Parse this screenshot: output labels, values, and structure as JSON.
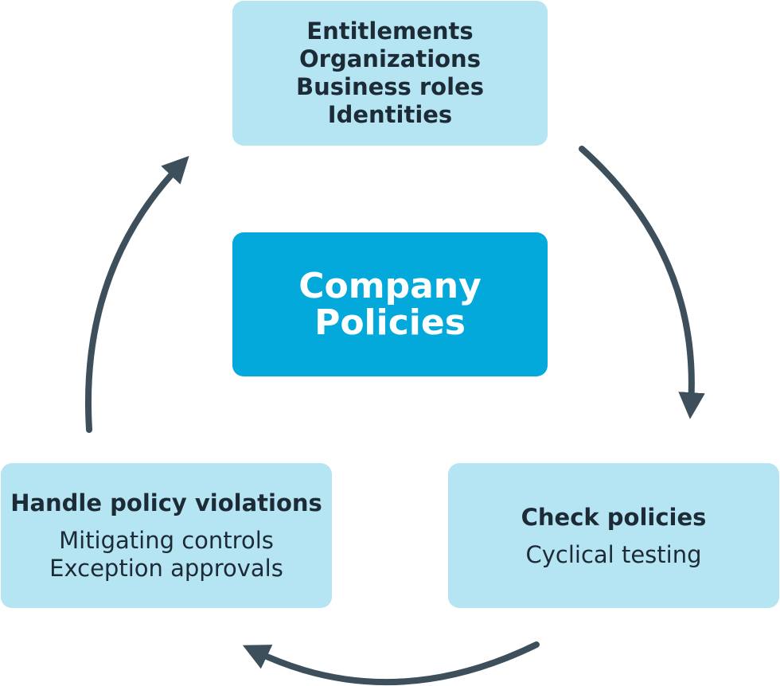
{
  "top_box": {
    "lines": [
      "Entitlements",
      "Organizations",
      "Business roles",
      "Identities"
    ]
  },
  "center_box": {
    "lines": [
      "Company",
      "Policies"
    ]
  },
  "left_box": {
    "heading": "Handle policy violations",
    "lines": [
      "Mitigating controls",
      "Exception approvals"
    ]
  },
  "right_box": {
    "heading": "Check policies",
    "lines": [
      "Cyclical testing"
    ]
  },
  "colors": {
    "light_box": "#b5e4f3",
    "center_box": "#03a9db",
    "arrow": "#3d4f5b",
    "text": "#1c2b36"
  }
}
